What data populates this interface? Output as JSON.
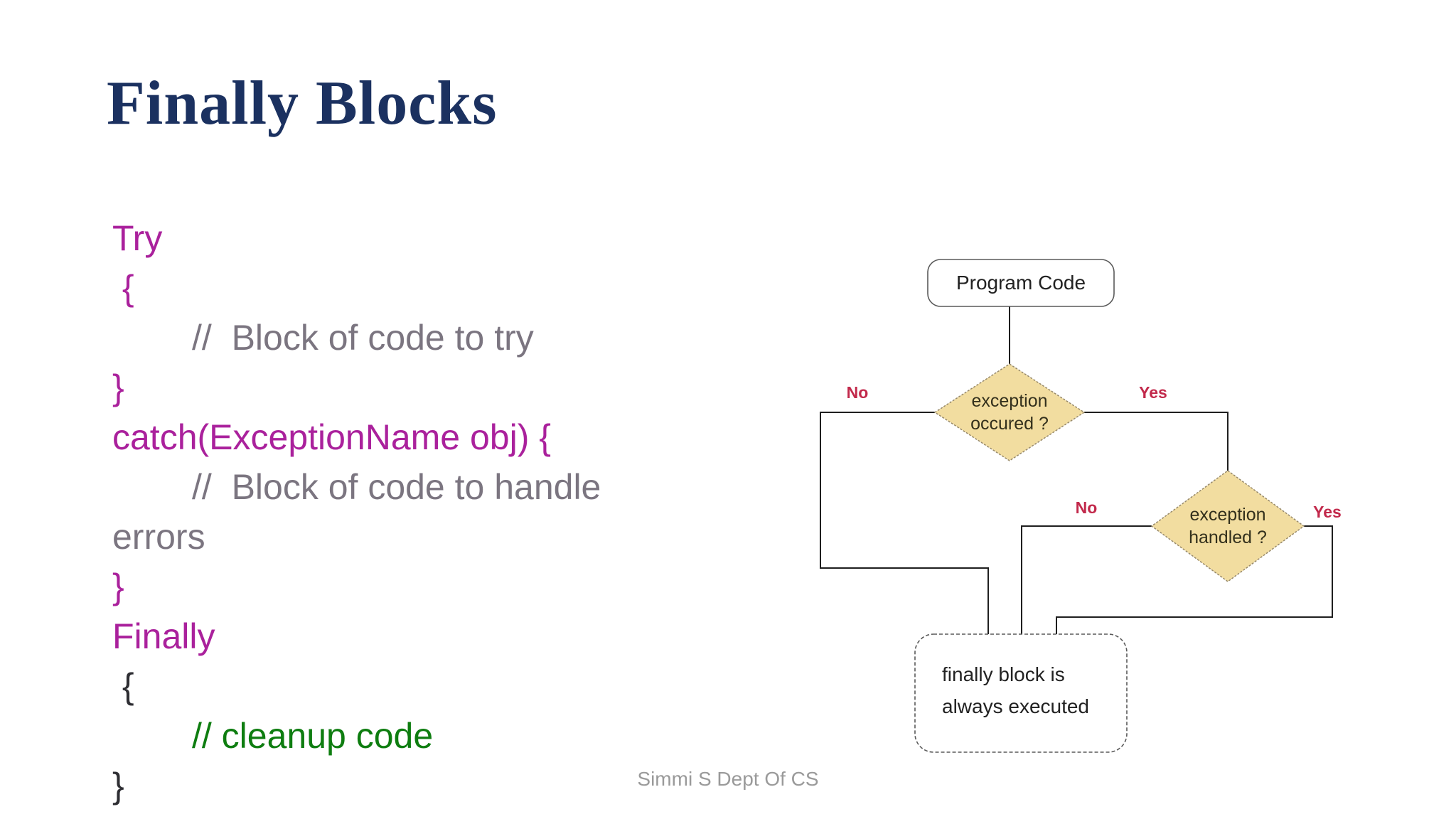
{
  "palette": {
    "title_navy": "#1b3160",
    "code_magenta": "#aa219c",
    "code_gray": "#7b7580",
    "code_green": "#0e7d10",
    "code_dark": "#2e2e33",
    "label_red": "#c2294b",
    "diamond_fill": "#f2dda0",
    "diamond_stroke": "#97896a",
    "node_stroke": "#5a5a5a",
    "node_text": "#222222",
    "edge_color": "#1f1f1f",
    "footer_gray": "#9a9a9a"
  },
  "title": "Finally Blocks",
  "code": {
    "lines": [
      {
        "text": "Try",
        "color": "code_magenta",
        "indent": false
      },
      {
        "text": " {",
        "color": "code_magenta",
        "indent": false
      },
      {
        "text": "//  Block of code to try",
        "color": "code_gray",
        "indent": true
      },
      {
        "text": "}",
        "color": "code_magenta",
        "indent": false
      },
      {
        "text": "catch(ExceptionName obj) {",
        "color": "code_magenta",
        "indent": false
      },
      {
        "text": "//  Block of code to handle",
        "color": "code_gray",
        "indent": true
      },
      {
        "text": "errors",
        "color": "code_gray",
        "indent": false
      },
      {
        "text": "}",
        "color": "code_magenta",
        "indent": false
      },
      {
        "text": "Finally",
        "color": "code_magenta",
        "indent": false
      },
      {
        "text": " {",
        "color": "code_dark",
        "indent": false
      },
      {
        "text": "// cleanup code",
        "color": "code_green",
        "indent": true
      },
      {
        "text": "}",
        "color": "code_dark",
        "indent": false
      }
    ]
  },
  "flowchart": {
    "program_box": {
      "label": "Program Code"
    },
    "decision_exception_occured": {
      "line1": "exception",
      "line2": "occured ?",
      "no_label": "No",
      "yes_label": "Yes"
    },
    "decision_exception_handled": {
      "line1": "exception",
      "line2": "handled ?",
      "no_label": "No",
      "yes_label": "Yes"
    },
    "finally_box": {
      "line1": "finally block is",
      "line2": "always executed"
    }
  },
  "footer": "Simmi S Dept Of CS"
}
